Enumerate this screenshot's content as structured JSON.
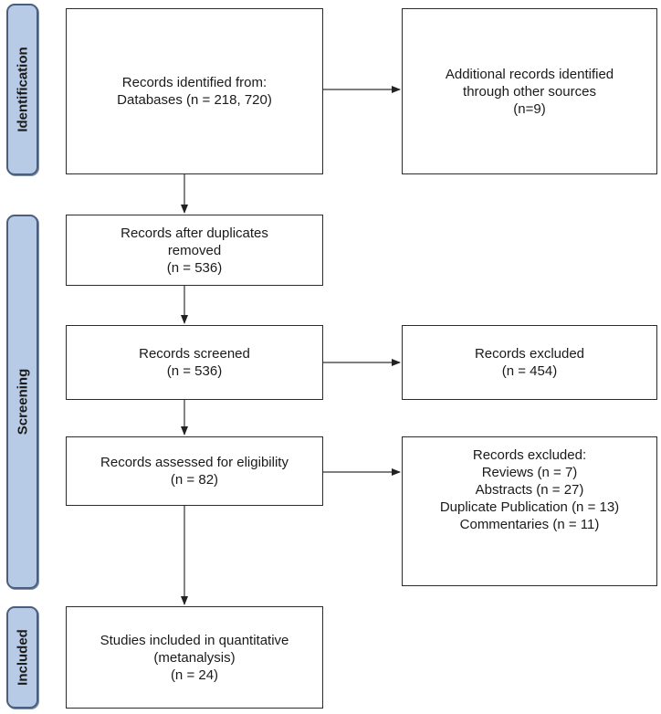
{
  "phases": {
    "identification": "Identification",
    "screening": "Screening",
    "included": "Included"
  },
  "boxes": {
    "records_identified": [
      "Records identified from:",
      "Databases (n = 218, 720)"
    ],
    "additional_records": [
      "Additional records identified",
      "through other sources",
      "(n=9)"
    ],
    "after_duplicates": [
      "Records after duplicates",
      "removed",
      "(n = 536)"
    ],
    "screened": [
      "Records screened",
      "(n = 536)"
    ],
    "excluded_screening": [
      "Records excluded",
      "(n = 454)"
    ],
    "assessed_eligibility": [
      "Records assessed for eligibility",
      "(n = 82)"
    ],
    "excluded_eligibility": [
      "Records excluded:",
      "Reviews (n = 7)",
      "Abstracts (n = 27)",
      "Duplicate Publication (n = 13)",
      "Commentaries (n = 11)"
    ],
    "included_studies": [
      "Studies included in quantitative",
      "(metanalysis)",
      "(n = 24)"
    ]
  }
}
